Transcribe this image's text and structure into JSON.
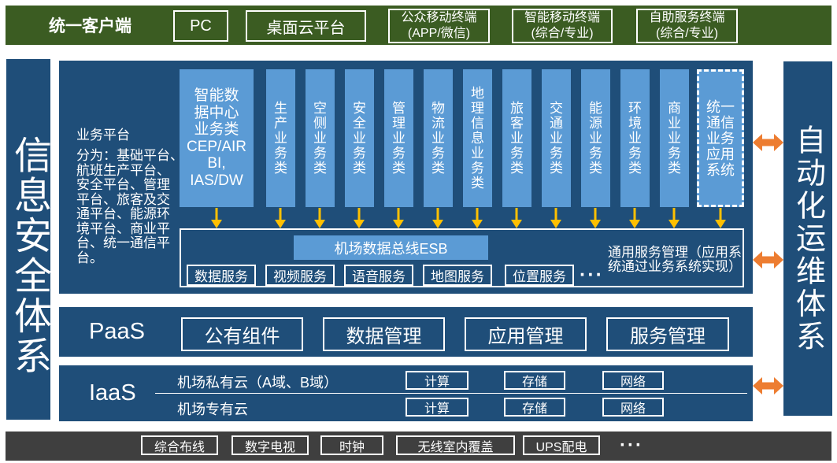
{
  "colors": {
    "green": "#3B5C22",
    "navy": "#1F4E79",
    "light_blue": "#5B9BD5",
    "orange": "#ED7D31",
    "gold": "#FFC000",
    "gray": "#3F3F3F"
  },
  "top_bar": {
    "label": "统一客户端",
    "items": [
      {
        "label": "PC"
      },
      {
        "label": "桌面云平台"
      },
      {
        "label": "公众移动终端\n(APP/微信)"
      },
      {
        "label": "智能移动终端\n(综合/专业)"
      },
      {
        "label": "自助服务终端\n(综合/专业)"
      }
    ]
  },
  "left_bar": {
    "label": "信息安全体系"
  },
  "right_bar": {
    "label": "自动化运维体系"
  },
  "business_platform": {
    "note_title": "业务平台",
    "note_body": "分为：基础平台、\n航班生产平台、\n安全平台、管理\n平台、旅客及交\n通平台、能源环\n境平台、商业平\n台、统一通信平\n台。",
    "columns": [
      "智能数\n据中心\n业务类\nCEP/AIR\nBI,\nIAS/DW",
      "生产业务类",
      "空侧业务类",
      "安全业务类",
      "管理业务类",
      "物流业务类",
      "地理信息业务类",
      "旅客业务类",
      "交通业务类",
      "能源业务类",
      "环境业务类",
      "商业业务类",
      "统一\n通信\n业务\n应用\n系统"
    ],
    "esb_label": "机场数据总线ESB",
    "services": [
      "数据服务",
      "视频服务",
      "语音服务",
      "地图服务",
      "位置服务"
    ],
    "services_ellipsis": "···",
    "service_note": "通用服务管理（应用系\n统通过业务系统实现）"
  },
  "paas": {
    "label": "PaaS",
    "boxes": [
      "公有组件",
      "数据管理",
      "应用管理",
      "服务管理"
    ]
  },
  "iaas": {
    "label": "IaaS",
    "rows": [
      {
        "name": "机场私有云（A域、B域）",
        "boxes": [
          "计算",
          "存储",
          "网络"
        ]
      },
      {
        "name": "机场专有云",
        "boxes": [
          "计算",
          "存储",
          "网络"
        ]
      }
    ]
  },
  "bottom_bar": {
    "items": [
      "综合布线",
      "数字电视",
      "时钟",
      "无线室内覆盖",
      "UPS配电"
    ],
    "ellipsis": "···"
  }
}
